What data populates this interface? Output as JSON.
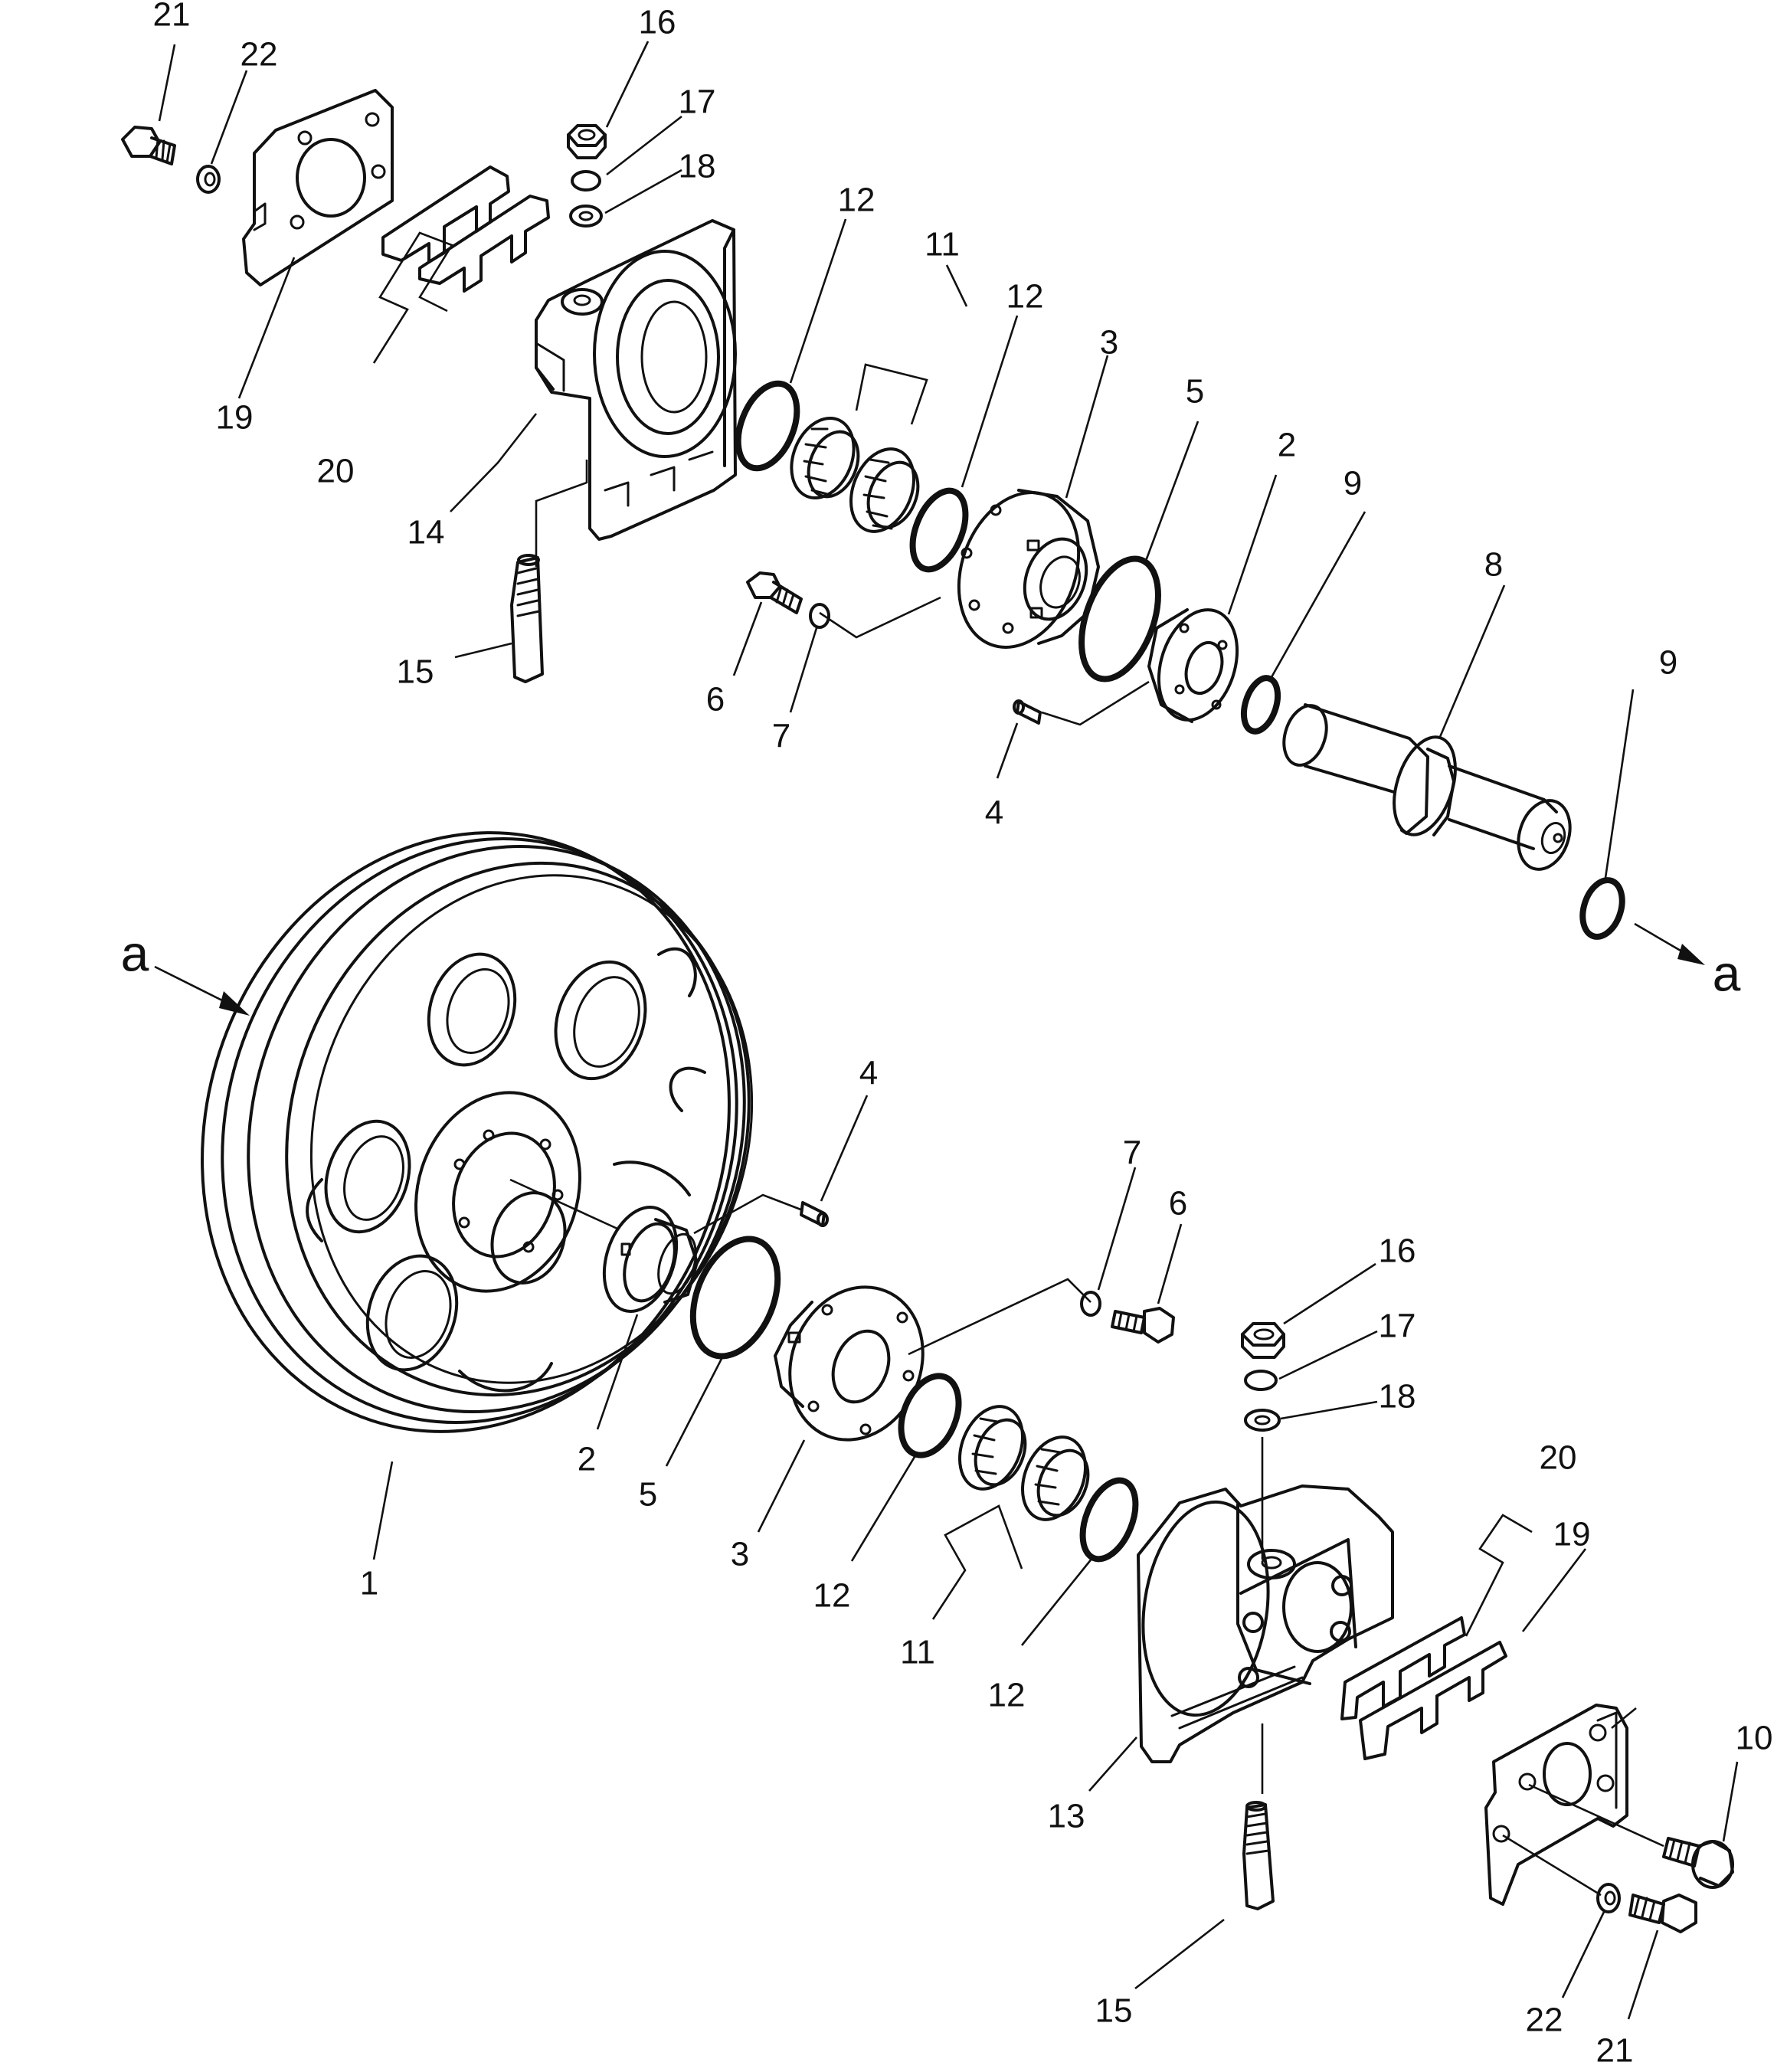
{
  "callouts": [
    {
      "id": "c21a",
      "text": "21"
    },
    {
      "id": "c22a",
      "text": "22"
    },
    {
      "id": "c19a",
      "text": "19"
    },
    {
      "id": "c20a",
      "text": "20"
    },
    {
      "id": "c16a",
      "text": "16"
    },
    {
      "id": "c17a",
      "text": "17"
    },
    {
      "id": "c18a",
      "text": "18"
    },
    {
      "id": "c14a",
      "text": "14"
    },
    {
      "id": "c15a",
      "text": "15"
    },
    {
      "id": "c12a",
      "text": "12"
    },
    {
      "id": "c11a",
      "text": "11"
    },
    {
      "id": "c12b",
      "text": "12"
    },
    {
      "id": "c3a",
      "text": "3"
    },
    {
      "id": "c5a",
      "text": "5"
    },
    {
      "id": "c2a",
      "text": "2"
    },
    {
      "id": "c9a",
      "text": "9"
    },
    {
      "id": "c8a",
      "text": "8"
    },
    {
      "id": "c9b",
      "text": "9"
    },
    {
      "id": "c6a",
      "text": "6"
    },
    {
      "id": "c7a",
      "text": "7"
    },
    {
      "id": "c4a",
      "text": "4"
    },
    {
      "id": "c4b",
      "text": "4"
    },
    {
      "id": "c7b",
      "text": "7"
    },
    {
      "id": "c6b",
      "text": "6"
    },
    {
      "id": "c16b",
      "text": "16"
    },
    {
      "id": "c17b",
      "text": "17"
    },
    {
      "id": "c18b",
      "text": "18"
    },
    {
      "id": "c20b",
      "text": "20"
    },
    {
      "id": "c19b",
      "text": "19"
    },
    {
      "id": "c10a",
      "text": "10"
    },
    {
      "id": "c1a",
      "text": "1"
    },
    {
      "id": "c2b",
      "text": "2"
    },
    {
      "id": "c5b",
      "text": "5"
    },
    {
      "id": "c3b",
      "text": "3"
    },
    {
      "id": "c12c",
      "text": "12"
    },
    {
      "id": "c11b",
      "text": "11"
    },
    {
      "id": "c12d",
      "text": "12"
    },
    {
      "id": "c13a",
      "text": "13"
    },
    {
      "id": "c15b",
      "text": "15"
    },
    {
      "id": "c22b",
      "text": "22"
    },
    {
      "id": "c21b",
      "text": "21"
    }
  ],
  "reference_marks": [
    {
      "id": "ref-left",
      "text": "a"
    },
    {
      "id": "ref-right",
      "text": "a"
    }
  ]
}
